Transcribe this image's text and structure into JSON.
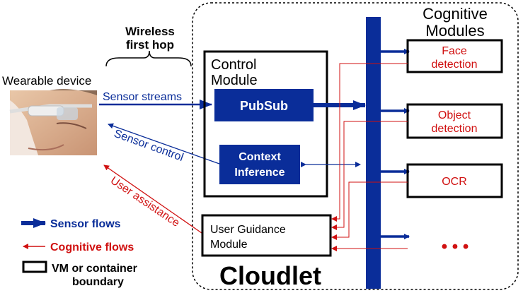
{
  "labels": {
    "wireless_line1": "Wireless",
    "wireless_line2": "first hop",
    "wearable_device": "Wearable device",
    "sensor_streams": "Sensor streams",
    "sensor_control": "Sensor control",
    "user_assistance": "User assistance",
    "control_module_line1": "Control",
    "control_module_line2": "Module",
    "pubsub": "PubSub",
    "context_line1": "Context",
    "context_line2": "Inference",
    "user_guidance_line1": "User Guidance",
    "user_guidance_line2": "Module",
    "cloudlet": "Cloudlet",
    "cognitive_line1": "Cognitive",
    "cognitive_line2": "Modules",
    "face_line1": "Face",
    "face_line2": "detection",
    "object_line1": "Object",
    "object_line2": "detection",
    "ocr": "OCR",
    "more": "• • •"
  },
  "legend": {
    "sensor_flows": "Sensor flows",
    "cognitive_flows": "Cognitive flows",
    "vm_line1": "VM or container",
    "vm_line2": "boundary"
  },
  "colors": {
    "sensor_blue": "#0a2d99",
    "cognitive_red": "#d01010",
    "black": "#000000"
  },
  "icons": {
    "wearable_image": "person-wearing-smart-glasses"
  }
}
